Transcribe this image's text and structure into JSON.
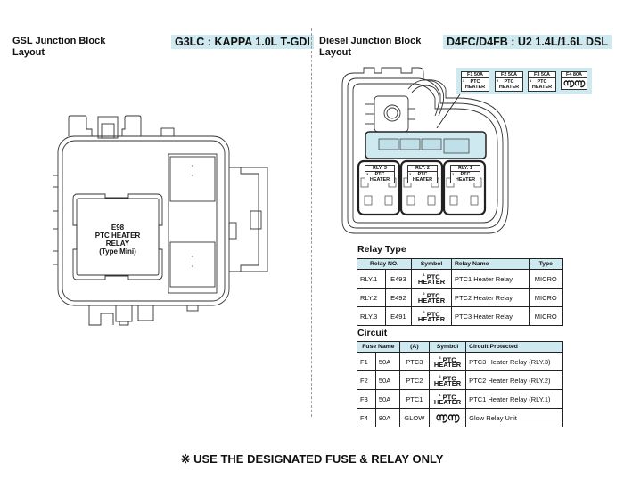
{
  "left": {
    "title_line1": "GSL Junction Block",
    "title_line2": "Layout",
    "engine": "G3LC : KAPPA 1.0L T-GDI",
    "relay_label": [
      "E98",
      "PTC HEATER",
      "RELAY",
      "(Type Mini)"
    ]
  },
  "right": {
    "title_line1": "Diesel Junction Block",
    "title_line2": "Layout",
    "engine": "D4FC/D4FB : U2 1.4L/1.6L DSL",
    "fuse_legend": [
      {
        "label": "F1 50A",
        "num": "3",
        "sym": "PTC HEATER"
      },
      {
        "label": "F2 50A",
        "num": "2",
        "sym": "PTC HEATER"
      },
      {
        "label": "F3 50A",
        "num": "1",
        "sym": "PTC HEATER"
      },
      {
        "label": "F4 80A",
        "num": "",
        "sym": "glow-coil"
      }
    ],
    "relay_slots": [
      {
        "label": "RLY. 3",
        "num": "3",
        "sym": "PTC HEATER"
      },
      {
        "label": "RLY. 2",
        "num": "2",
        "sym": "PTC HEATER"
      },
      {
        "label": "RLY. 1",
        "num": "1",
        "sym": "PTC HEATER"
      }
    ]
  },
  "relay_type": {
    "title": "Relay Type",
    "headers": [
      "Relay NO.",
      "Symbol",
      "Relay Name",
      "Type"
    ],
    "rows": [
      {
        "rly": "RLY.1",
        "conn": "E493",
        "num": "1",
        "sym1": "PTC",
        "sym2": "HEATER",
        "name": "PTC1 Heater Relay",
        "type": "MICRO"
      },
      {
        "rly": "RLY.2",
        "conn": "E492",
        "num": "2",
        "sym1": "PTC",
        "sym2": "HEATER",
        "name": "PTC2 Heater Relay",
        "type": "MICRO"
      },
      {
        "rly": "RLY.3",
        "conn": "E491",
        "num": "3",
        "sym1": "PTC",
        "sym2": "HEATER",
        "name": "PTC3 Heater Relay",
        "type": "MICRO"
      }
    ]
  },
  "circuit": {
    "title": "Circuit",
    "headers": [
      "Fuse Name",
      "(A)",
      "Symbol",
      "Circuit Protected"
    ],
    "rows": [
      {
        "fuse": "F1",
        "amp": "50A",
        "name": "PTC3",
        "num": "3",
        "sym1": "PTC",
        "sym2": "HEATER",
        "circuit": "PTC3 Heater Relay (RLY.3)"
      },
      {
        "fuse": "F2",
        "amp": "50A",
        "name": "PTC2",
        "num": "2",
        "sym1": "PTC",
        "sym2": "HEATER",
        "circuit": "PTC2 Heater Relay (RLY.2)"
      },
      {
        "fuse": "F3",
        "amp": "50A",
        "name": "PTC1",
        "num": "1",
        "sym1": "PTC",
        "sym2": "HEATER",
        "circuit": "PTC1 Heater Relay (RLY.1)"
      },
      {
        "fuse": "F4",
        "amp": "80A",
        "name": "GLOW",
        "num": "",
        "sym1": "",
        "sym2": "",
        "circuit": "Glow Relay Unit"
      }
    ]
  },
  "note": "※ USE THE DESIGNATED FUSE & RELAY ONLY",
  "colors": {
    "accent": "#cfe9f0",
    "line": "#222222",
    "divider": "#9a9a9a"
  }
}
